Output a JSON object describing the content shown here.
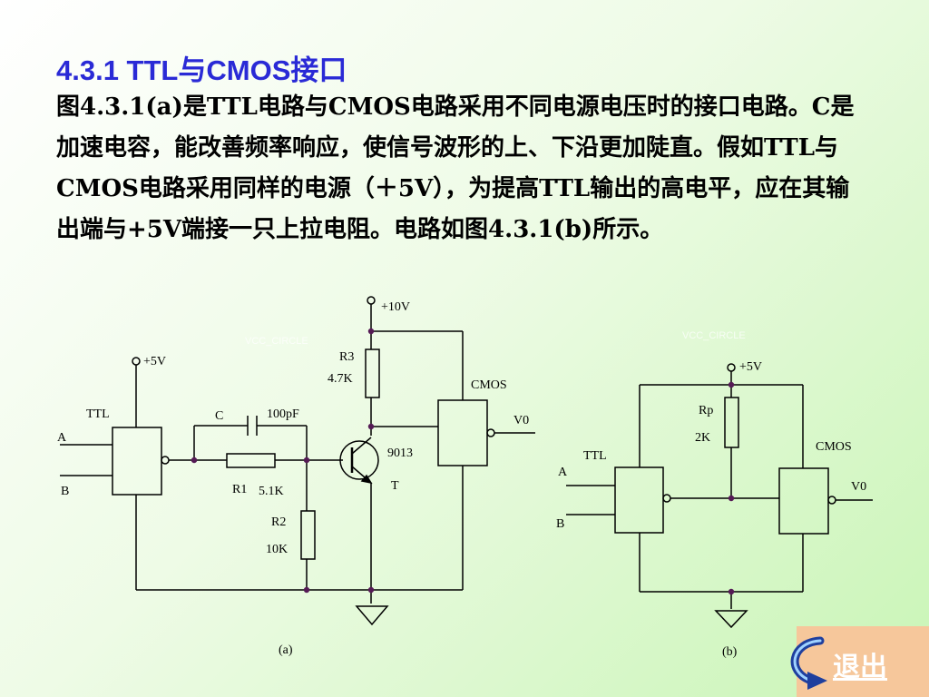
{
  "title": "4.3.1  TTL与CMOS接口",
  "body": "图4.3.1(a)是TTL电路与CMOS电路采用不同电源电压时的接口电路。C是加速电容，能改善频率响应，使信号波形的上、下沿更加陡直。假如TTL与CMOS电路采用同样的电源（＋5V），为提高TTL输出的高电平，应在其输出端与+5V端接一只上拉电阻。电路如图4.3.1(b)所示。",
  "exit_label": "退出",
  "colors": {
    "title": "#2a2ad6",
    "wire": "#000000",
    "node": "#551a55",
    "exit_bg": "#f6c79b"
  },
  "icons": {
    "exit": "curved-arrow-icon"
  },
  "circuit_a": {
    "caption": "(a)",
    "vcc_high": "+10V",
    "vcc_low": "+5V",
    "watermark": "VCC_CIRCLE",
    "ttl": "TTL",
    "input_a": "A",
    "input_b": "B",
    "cap_name": "C",
    "cap_value": "100pF",
    "r1_name": "R1",
    "r1_value": "5.1K",
    "r2_name": "R2",
    "r2_value": "10K",
    "r3_name": "R3",
    "r3_value": "4.7K",
    "transistor_type": "9013",
    "transistor_name": "T",
    "cmos": "CMOS",
    "output": "V0"
  },
  "circuit_b": {
    "caption": "(b)",
    "vcc": "+5V",
    "watermark": "VCC_CIRCLE",
    "ttl": "TTL",
    "input_a": "A",
    "input_b": "B",
    "rp_name": "Rp",
    "rp_value": "2K",
    "cmos": "CMOS",
    "output": "V0"
  }
}
